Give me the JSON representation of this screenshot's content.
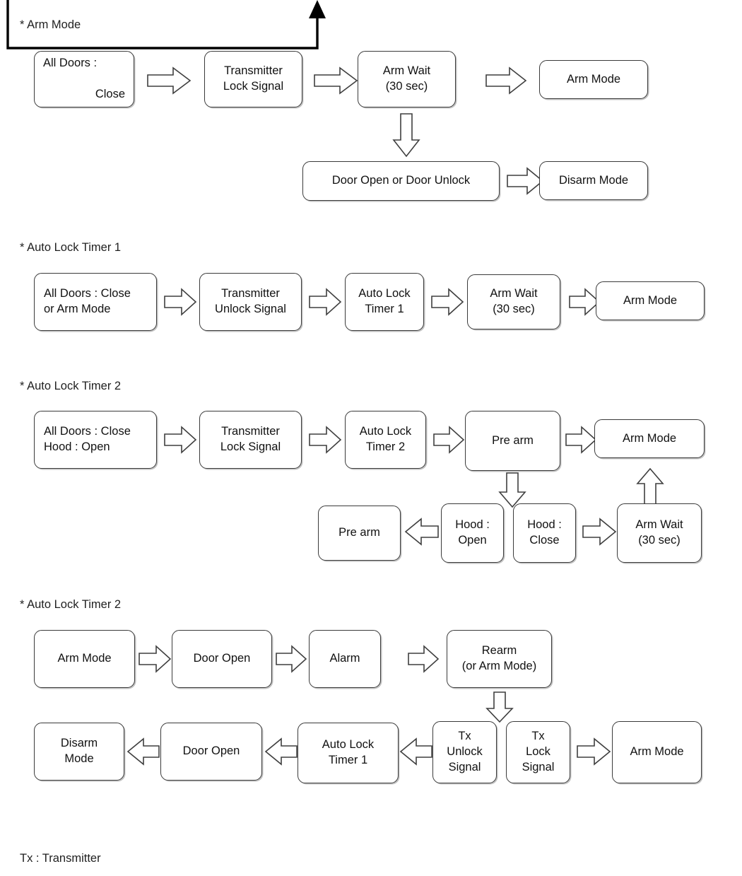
{
  "diagram": {
    "title_note": "Tx : Transmitter",
    "sections": [
      {
        "header": "* Arm Mode",
        "nodes": [
          {
            "name": "all-doors-close",
            "line_a": "All Doors :",
            "line_b": "Close"
          },
          {
            "name": "transmitter-lock-signal",
            "label": "Transmitter\nLock Signal"
          },
          {
            "name": "arm-wait-30-sec",
            "label": "Arm Wait\n(30 sec)"
          },
          {
            "name": "arm-mode",
            "label": "Arm Mode"
          },
          {
            "name": "door-open-or-door-unlock",
            "label": "Door Open or Door Unlock"
          },
          {
            "name": "disarm-mode",
            "label": "Disarm Mode"
          }
        ]
      },
      {
        "header": "* Auto Lock Timer 1",
        "nodes": [
          {
            "name": "all-doors-close-or-arm-mode",
            "label": "All Doors : Close\nor Arm Mode"
          },
          {
            "name": "transmitter-unlock-signal",
            "label": "Transmitter\nUnlock Signal"
          },
          {
            "name": "auto-lock-timer-1",
            "label": "Auto Lock\nTimer 1"
          },
          {
            "name": "arm-wait-30-sec",
            "label": "Arm Wait\n(30 sec)"
          },
          {
            "name": "arm-mode",
            "label": "Arm Mode"
          }
        ]
      },
      {
        "header": "* Auto Lock Timer 2",
        "nodes": [
          {
            "name": "all-doors-close-hood-open",
            "label": "All Doors : Close\nHood : Open"
          },
          {
            "name": "transmitter-lock-signal",
            "label": "Transmitter\nLock Signal"
          },
          {
            "name": "auto-lock-timer-2",
            "label": "Auto Lock\nTimer 2"
          },
          {
            "name": "pre-arm",
            "label": "Pre arm"
          },
          {
            "name": "arm-mode",
            "label": "Arm Mode"
          },
          {
            "name": "pre-arm-2",
            "label": "Pre arm"
          },
          {
            "name": "hood-open",
            "label": "Hood :\nOpen"
          },
          {
            "name": "hood-close",
            "label": "Hood :\nClose"
          },
          {
            "name": "arm-wait-30-sec",
            "label": "Arm Wait\n(30 sec)"
          }
        ]
      },
      {
        "header": "* Auto Lock Timer 2",
        "nodes": [
          {
            "name": "arm-mode",
            "label": "Arm Mode"
          },
          {
            "name": "door-open",
            "label": "Door Open"
          },
          {
            "name": "alarm",
            "label": "Alarm"
          },
          {
            "name": "rearm-or-arm-mode",
            "label": "Rearm\n(or Arm Mode)"
          },
          {
            "name": "disarm-mode",
            "label": "Disarm\nMode"
          },
          {
            "name": "door-open-2",
            "label": "Door Open"
          },
          {
            "name": "auto-lock-timer-1",
            "label": "Auto Lock\nTimer 1"
          },
          {
            "name": "tx-unlock-signal",
            "label": "Tx\nUnlock\nSignal"
          },
          {
            "name": "tx-lock-signal",
            "label": "Tx\nLock\nSignal"
          },
          {
            "name": "arm-mode-2",
            "label": "Arm Mode"
          }
        ]
      }
    ]
  }
}
